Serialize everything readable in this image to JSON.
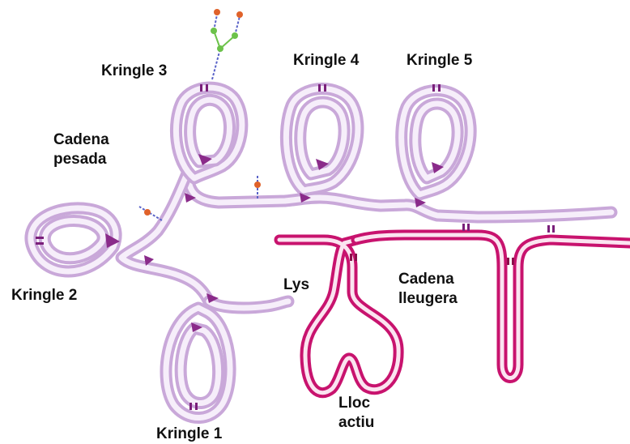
{
  "labels": {
    "kringle_1": "Kringle 1",
    "kringle_2": "Kringle 2",
    "kringle_3": "Kringle 3",
    "kringle_4": "Kringle 4",
    "kringle_5": "Kringle 5",
    "heavy_chain_line1": "Cadena",
    "heavy_chain_line2": "pesada",
    "light_chain_line1": "Cadena",
    "light_chain_line2": "lleugera",
    "lys": "Lys",
    "active_site_line1": "Lloc",
    "active_site_line2": "actiu"
  },
  "colors": {
    "heavy_chain": "#c9a8d9",
    "heavy_chain_fill": "#f6eefa",
    "light_chain": "#c8136e",
    "light_chain_fill": "#fbe4f0",
    "disulfide_bond": "#7a1f7a",
    "glycan_green": "#6cc24a",
    "glycan_orange": "#e0622a",
    "glycan_blue": "#5a63c8"
  }
}
